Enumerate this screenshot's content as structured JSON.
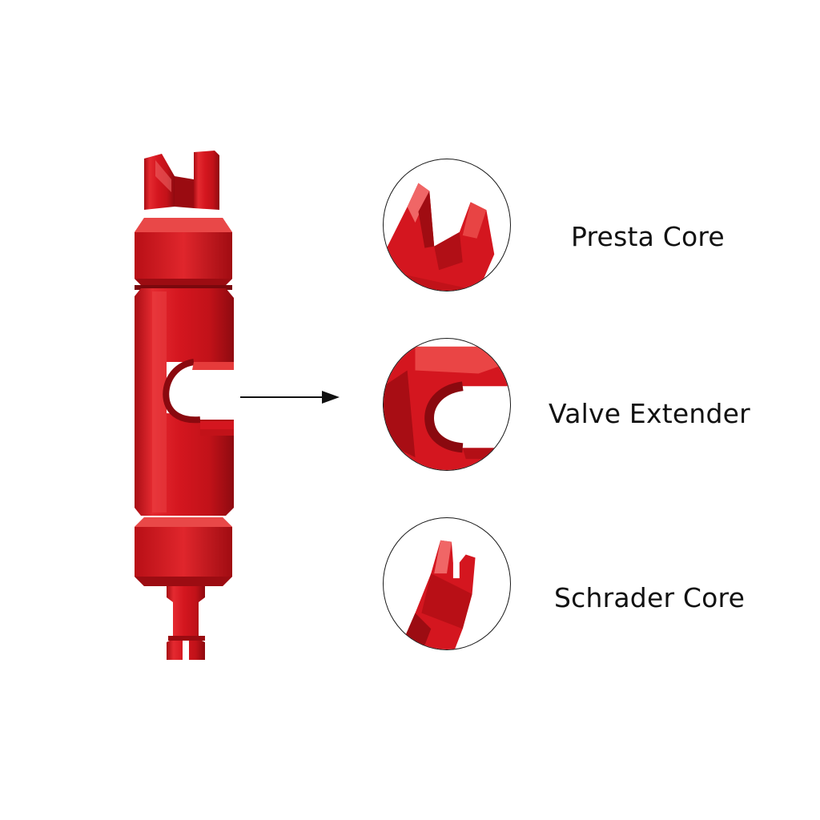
{
  "colors": {
    "tool_red": "#d4161f",
    "tool_shadow": "#8e0a10",
    "tool_highlight": "#f25a5a",
    "label_text": "#111111",
    "background": "#ffffff"
  },
  "features": [
    {
      "label": "Presta Core",
      "icon": "presta-core-tip-icon"
    },
    {
      "label": "Valve Extender",
      "icon": "valve-extender-slot-icon"
    },
    {
      "label": "Schrader Core",
      "icon": "schrader-core-tip-icon"
    }
  ]
}
